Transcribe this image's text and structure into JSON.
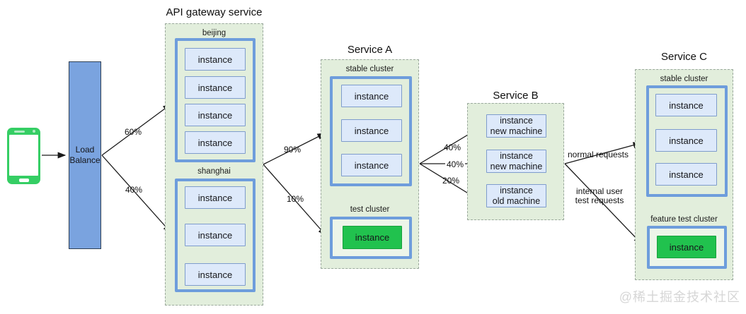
{
  "colors": {
    "load_balancer_fill": "#7AA3DF",
    "cluster_border_blue": "#6E9DDC",
    "instance_fill": "#DDE9FA",
    "instance_border": "#7E9CCC",
    "green_instance_fill": "#21C24E",
    "green_instance_border": "#17A03C",
    "zone_fill": "#E2EEDC",
    "test_zone_fill": "#EDF5E9",
    "phone_green": "#35CE64",
    "arrow_color": "#1a1a1a",
    "watermark_color": "#d6d6d6"
  },
  "client": {
    "icon": "smartphone-icon"
  },
  "load_balancer": {
    "label": "Load Balance"
  },
  "api_gateway": {
    "title": "API gateway service",
    "clusters": [
      {
        "name": "beijing",
        "instances": [
          "instance",
          "instance",
          "instance",
          "instance"
        ]
      },
      {
        "name": "shanghai",
        "instances": [
          "instance",
          "instance",
          "instance"
        ]
      }
    ]
  },
  "service_a": {
    "title": "Service A",
    "stable_cluster": {
      "label": "stable cluster",
      "instances": [
        "instance",
        "instance",
        "instance"
      ]
    },
    "test_cluster": {
      "label": "test cluster",
      "instance": "instance"
    }
  },
  "service_b": {
    "title": "Service B",
    "instances": [
      {
        "line1": "instance",
        "line2": "new machine"
      },
      {
        "line1": "instance",
        "line2": "new machine"
      },
      {
        "line1": "instance",
        "line2": "old machine"
      }
    ]
  },
  "service_c": {
    "title": "Service C",
    "stable_cluster": {
      "label": "stable cluster",
      "instances": [
        "instance",
        "instance",
        "instance"
      ]
    },
    "test_cluster": {
      "label": "feature test cluster",
      "instance": "instance"
    }
  },
  "edge_labels": {
    "lb_to_beijing": "60%",
    "lb_to_shanghai": "40%",
    "gateway_to_stable": "90%",
    "gateway_to_test": "10%",
    "service_a_to_new_1": "40%",
    "service_a_to_new_2": "40%",
    "service_a_to_old": "20%",
    "normal_requests": "normal requests",
    "internal_line1": "internal user",
    "internal_line2": "test requests"
  },
  "watermark": "@稀土掘金技术社区"
}
